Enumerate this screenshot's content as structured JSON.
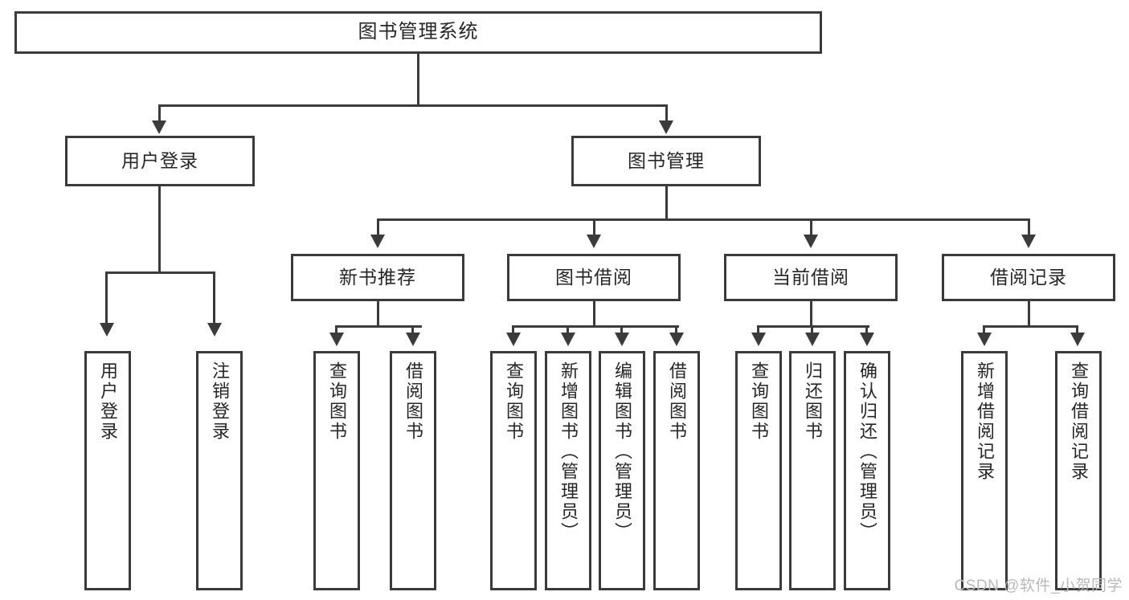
{
  "diagram": {
    "type": "tree-hierarchy",
    "title": "图书管理系统",
    "root": {
      "label": "图书管理系统"
    },
    "level2": [
      {
        "label": "用户登录"
      },
      {
        "label": "图书管理"
      }
    ],
    "level3": [
      {
        "label": "新书推荐"
      },
      {
        "label": "图书借阅"
      },
      {
        "label": "当前借阅"
      },
      {
        "label": "借阅记录"
      }
    ],
    "leaves": {
      "user_login": [
        {
          "label": "用户登录"
        },
        {
          "label": "注销登录"
        }
      ],
      "new_book_recommend": [
        {
          "label": "查询图书"
        },
        {
          "label": "借阅图书"
        }
      ],
      "book_borrow": [
        {
          "label": "查询图书"
        },
        {
          "label": "新增图书（管理员）"
        },
        {
          "label": "编辑图书（管理员）"
        },
        {
          "label": "借阅图书"
        }
      ],
      "current_borrow": [
        {
          "label": "查询图书"
        },
        {
          "label": "归还图书"
        },
        {
          "label": "确认归还（管理员）"
        }
      ],
      "borrow_record": [
        {
          "label": "新增借阅记录"
        },
        {
          "label": "查询借阅记录"
        }
      ]
    }
  },
  "watermark": {
    "text": "CSDN @软件_小贺同学"
  },
  "colors": {
    "stroke": "#3b3b3b",
    "text": "#262626",
    "background": "#ffffff",
    "watermark": "#b9b9b9"
  }
}
